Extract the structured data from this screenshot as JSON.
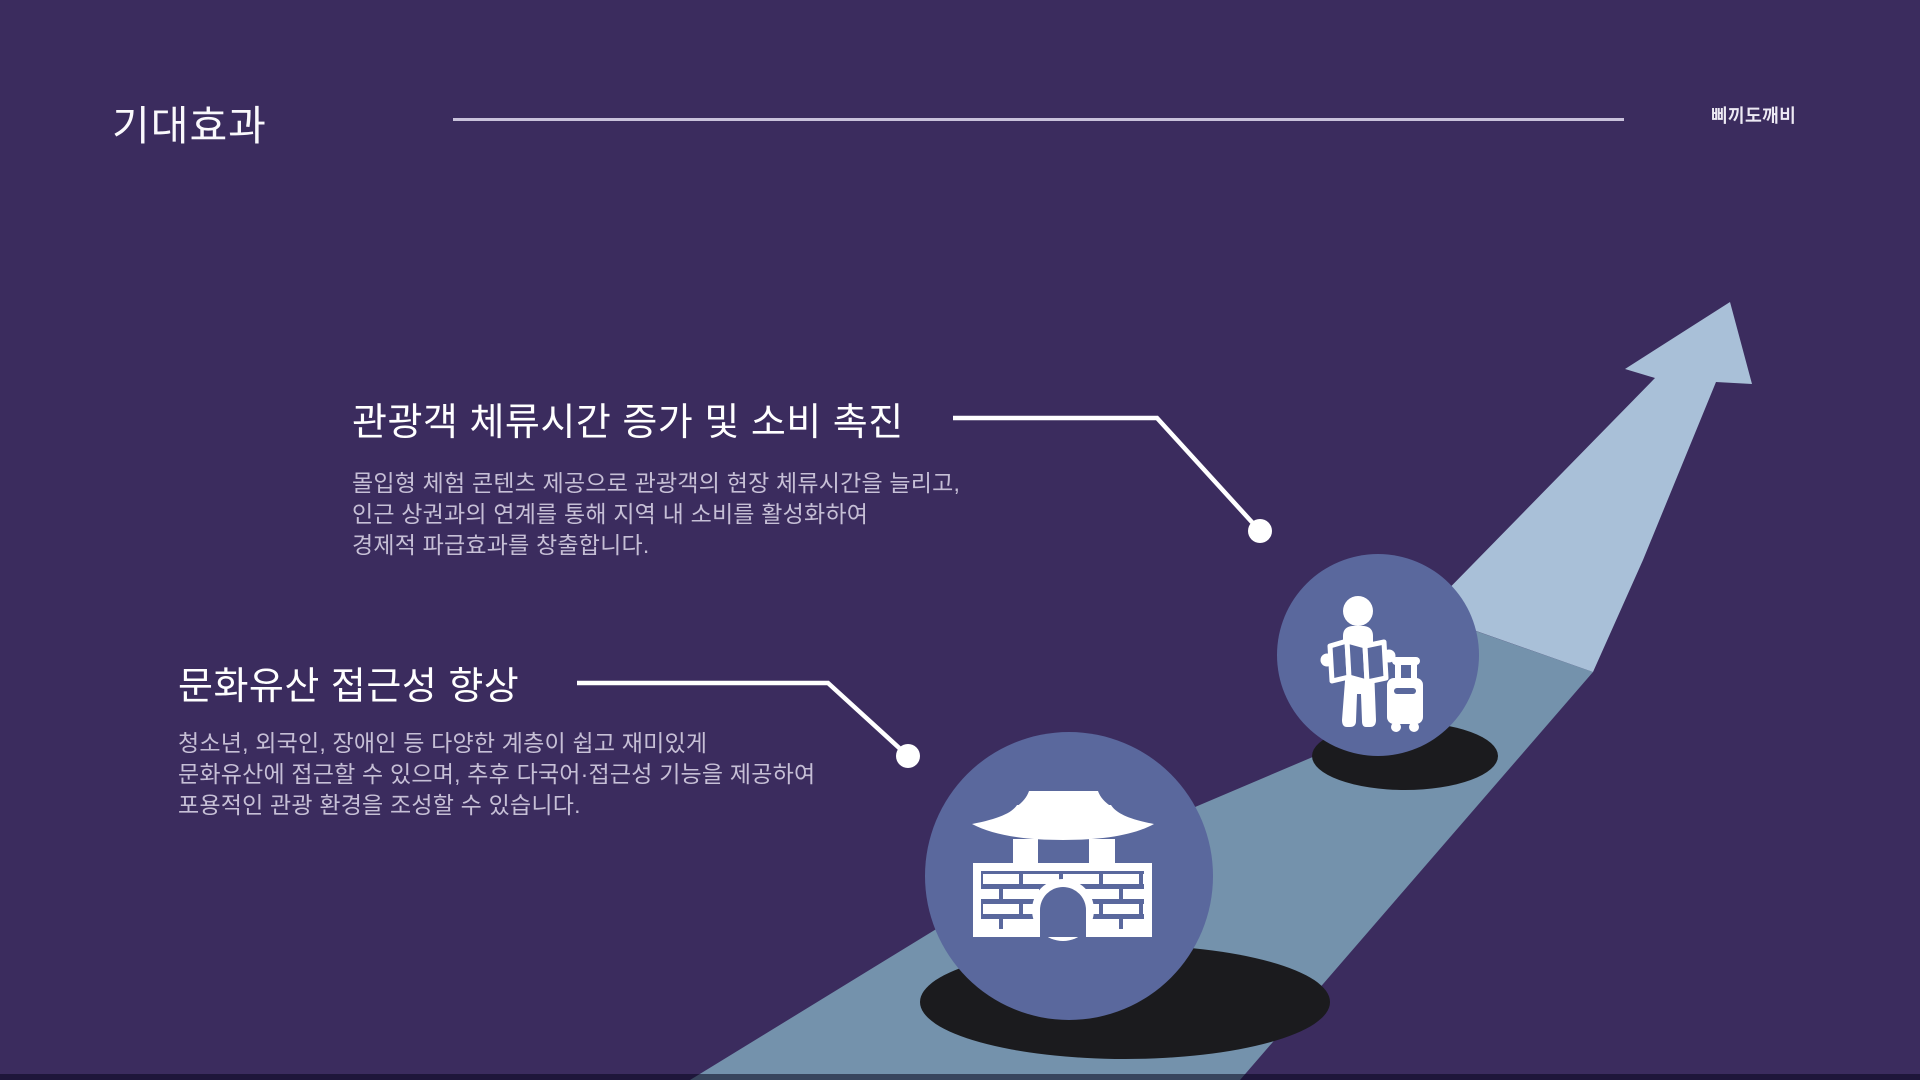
{
  "page": {
    "title": "기대효과",
    "brand": "삐끼도깨비"
  },
  "sections": [
    {
      "heading": "관광객 체류시간 증가 및 소비 촉진",
      "body_lines": [
        "몰입형 체험 콘텐츠 제공으로 관광객의 현장 체류시간을 늘리고,",
        "인근 상권과의 연계를 통해 지역 내 소비를 활성화하여",
        "경제적 파급효과를 창출합니다."
      ],
      "icon": "traveler-with-luggage-icon"
    },
    {
      "heading": "문화유산 접근성 향상",
      "body_lines": [
        "청소년, 외국인, 장애인 등 다양한 계층이 쉽고 재미있게",
        "문화유산에 접근할 수 있으며, 추후 다국어·접근성 기능을 제공하여",
        "포용적인 관광 환경을 조성할 수 있습니다."
      ],
      "icon": "korean-fortress-gate-icon"
    }
  ],
  "graphics": {
    "arrow": "growth-arrow-up-right",
    "road": "perspective-path",
    "colors": {
      "background": "#3B2C5E",
      "header_line": "#C9C2DB",
      "heading_text": "#FFFFFF",
      "body_text": "#C6BFD6",
      "road": "#7492AC",
      "arrow": "#A9C0D8",
      "icon_circle": "#5A689D",
      "shadow": "#1B1B1E",
      "connector": "#FFFFFF"
    }
  }
}
